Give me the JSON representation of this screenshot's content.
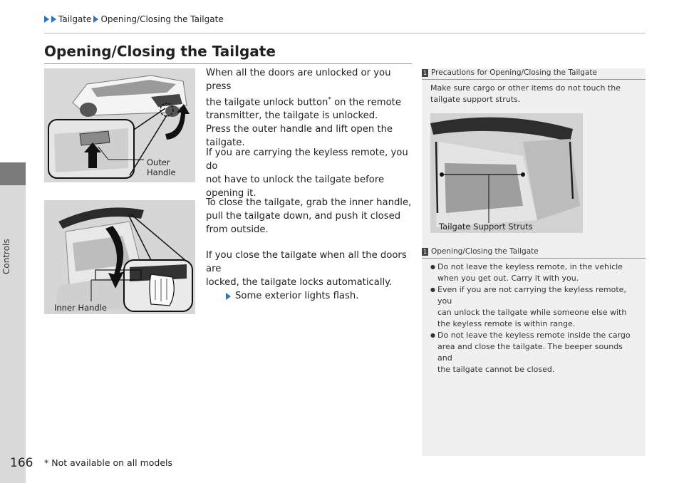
{
  "breadcrumb": {
    "items": [
      "Tailgate",
      "Opening/Closing the Tailgate"
    ]
  },
  "side_tab": {
    "label": "Controls"
  },
  "page": {
    "title": "Opening/Closing the Tailgate",
    "number": "166"
  },
  "figures": {
    "outer": {
      "label_line1": "Outer",
      "label_line2": "Handle"
    },
    "inner": {
      "label": "Inner Handle"
    },
    "struts": {
      "label": "Tailgate Support Struts"
    }
  },
  "body": {
    "p1_line1": "When all the doors are unlocked or you press",
    "p1_line2a": "the tailgate unlock button",
    "p1_star": "*",
    "p1_line2b": " on the remote",
    "p1_line3": "transmitter, the tailgate is unlocked.",
    "p1_line4": "Press the outer handle and lift open the",
    "p1_line5": "tailgate.",
    "p2_line1": "If you are carrying the keyless remote, you do",
    "p2_line2": "not have to unlock the tailgate before",
    "p2_line3": "opening it.",
    "p3_line1": "To close the tailgate, grab the inner handle,",
    "p3_line2": "pull the tailgate down, and push it closed",
    "p3_line3": "from outside.",
    "p4_line1": "If you close the tailgate when all the doors are",
    "p4_line2": "locked, the tailgate locks automatically.",
    "p4_sub": "Some exterior lights flash."
  },
  "notes": {
    "precautions": {
      "heading": "Precautions for Opening/Closing the Tailgate",
      "line1": "Make sure cargo or other items do not touch the",
      "line2": "tailgate support struts."
    },
    "opening": {
      "heading": "Opening/Closing the Tailgate",
      "bullets": [
        {
          "l1": "Do not leave the keyless remote, in the vehicle",
          "l2": "when you get out. Carry it with you."
        },
        {
          "l1": "Even if you are not carrying the keyless remote, you",
          "l2": "can unlock the tailgate while someone else with",
          "l3": "the keyless remote is within range."
        },
        {
          "l1": "Do not leave the keyless remote inside the cargo",
          "l2": "area and close the tailgate. The beeper sounds and",
          "l3": "the tailgate cannot be closed."
        }
      ]
    }
  },
  "footnote": {
    "text": "* Not available on all models"
  }
}
